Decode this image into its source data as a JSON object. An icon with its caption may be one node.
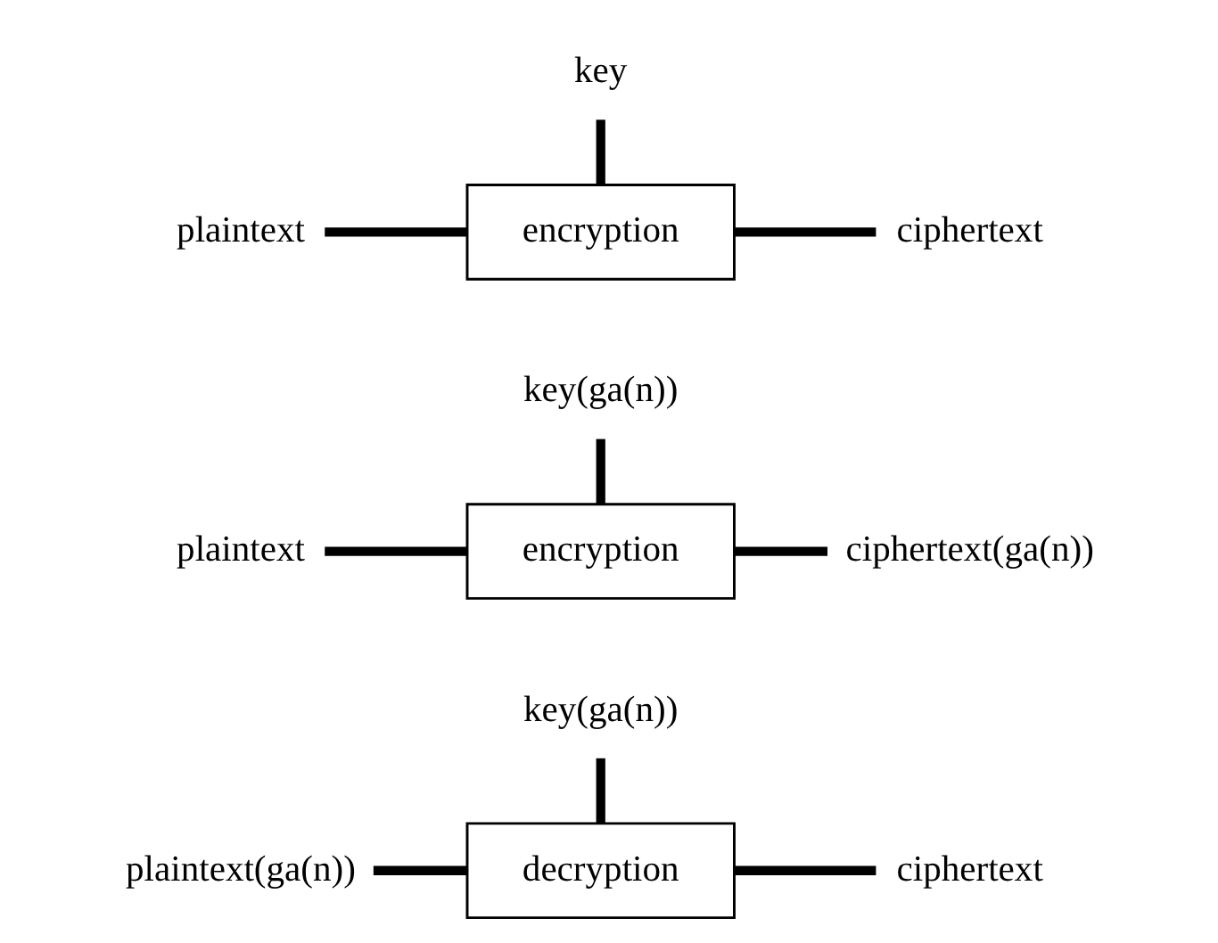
{
  "diagram": {
    "nodes": [
      {
        "text": [
          "key"
        ]
      },
      {
        "text": [
          "plaintext"
        ]
      },
      {
        "text": [
          "encryption"
        ]
      },
      {
        "text": [
          "ciphertext"
        ]
      },
      {
        "text": [
          "key(ga(n))"
        ]
      },
      {
        "text": [
          "plaintext"
        ]
      },
      {
        "text": [
          "encryption"
        ]
      },
      {
        "text": [
          "ciphertext(ga(n))"
        ]
      },
      {
        "text": [
          "key(ga(n))"
        ]
      },
      {
        "text": [
          "plaintext(ga(n))"
        ]
      },
      {
        "text": [
          "decryption"
        ]
      },
      {
        "text": [
          "ciphertext"
        ]
      }
    ],
    "edges": [
      {
        "from": 0,
        "to": 2,
        "arrow": "none"
      },
      {
        "from": 1,
        "to": 2,
        "arrow": "none"
      },
      {
        "from": 2,
        "to": 3,
        "arrow": "none"
      },
      {
        "from": 4,
        "to": 6,
        "arrow": "none"
      },
      {
        "from": 5,
        "to": 6,
        "arrow": "none"
      },
      {
        "from": 6,
        "to": 7,
        "arrow": "none"
      },
      {
        "from": 8,
        "to": 10,
        "arrow": "none"
      },
      {
        "from": 9,
        "to": 10,
        "arrow": "none"
      },
      {
        "from": 10,
        "to": 11,
        "arrow": "none"
      }
    ]
  }
}
